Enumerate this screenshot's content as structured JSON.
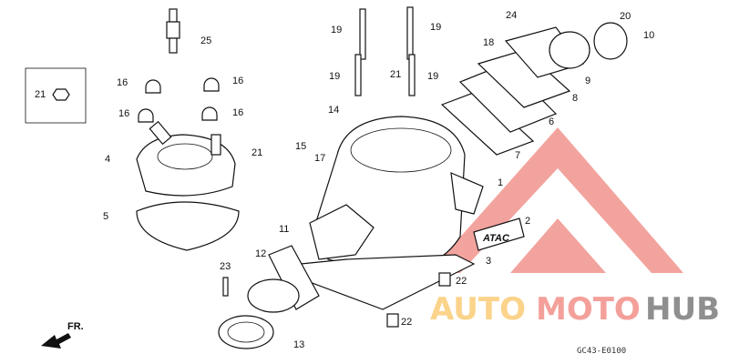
{
  "diagram_code": "GC43-E0100",
  "direction_marker": "FR.",
  "callouts": [
    "25",
    "21",
    "16",
    "16",
    "16",
    "16",
    "4",
    "5",
    "19",
    "19",
    "19",
    "19",
    "21",
    "14",
    "21",
    "15",
    "17",
    "24",
    "20",
    "10",
    "18",
    "9",
    "8",
    "6",
    "7",
    "1",
    "2",
    "3",
    "11",
    "12",
    "23",
    "22",
    "22",
    "13"
  ],
  "gasket_text": "ATAC",
  "watermark": {
    "parts": [
      "AUTO",
      "MOTO",
      "HUB"
    ],
    "colors": [
      "#fbd38a",
      "#f4a09a",
      "#8f8f8f"
    ],
    "logo_color": "#f29a94"
  }
}
